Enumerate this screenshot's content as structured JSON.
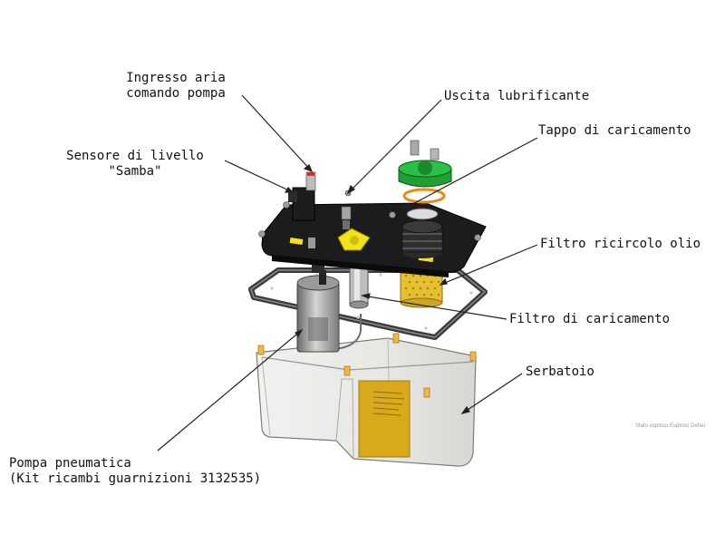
{
  "labels": {
    "air_inlet": [
      "Ingresso aria",
      "comando pompa"
    ],
    "lubricant_outlet": "Uscita lubrificante",
    "level_sensor": [
      "Sensore di livello",
      "\"Samba\""
    ],
    "filling_cap": "Tappo di caricamento",
    "recirc_filter": "Filtro ricircolo olio",
    "filling_filter": "Filtro di caricamento",
    "tank": "Serbatoio",
    "pump": [
      "Pompa pneumatica",
      "(Kit ricambi guarnizioni 3132535)"
    ],
    "state": "Stato esploso:Esploso Defau"
  },
  "colors": {
    "plate": "#1c1c1e",
    "cap_green": "#1fa033",
    "seal_orange": "#e88a1c",
    "filter_yellow": "#e6c030",
    "tank_label": "#d9a91c",
    "valve_yellow": "#f2e21a",
    "tank_body": "#e9eae7"
  }
}
